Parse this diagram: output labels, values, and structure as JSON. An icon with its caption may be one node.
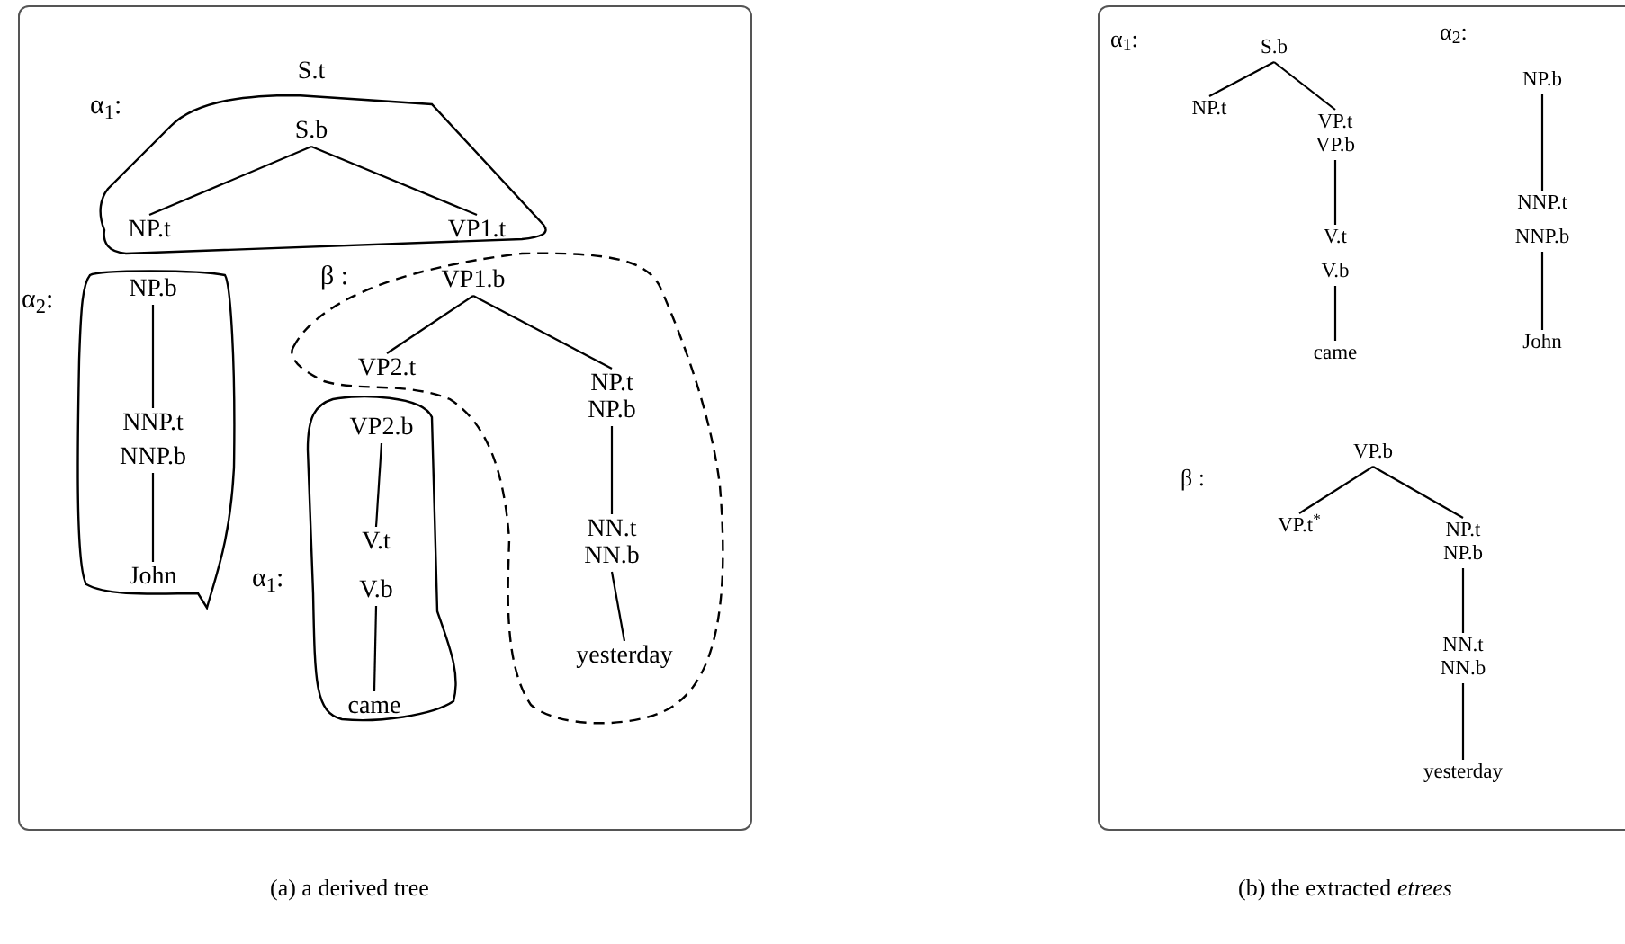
{
  "diagram": {
    "nodes": [
      {
        "text": [
          "α$_{1}$:"
        ]
      },
      {
        "text": [
          "S.t"
        ]
      },
      {
        "text": [
          "S.b"
        ],
        "in": 0
      },
      {
        "text": [
          "NP.t"
        ],
        "in": 0
      },
      {
        "text": [
          "VP1.t"
        ],
        "in": 0
      },
      {
        "text": [
          "α$_{2}$:"
        ]
      },
      {
        "text": [
          "NP.b"
        ],
        "in": 5
      },
      {
        "text": [
          "NNP.t",
          "NNP.b"
        ],
        "in": 5
      },
      {
        "text": [
          "John"
        ],
        "in": 5
      },
      {
        "text": [
          "β :"
        ]
      },
      {
        "text": [
          "VP1.b"
        ],
        "in": 9
      },
      {
        "text": [
          "VP2.t"
        ],
        "in": 9
      },
      {
        "text": [
          "NP.t",
          "NP.b"
        ],
        "in": 9
      },
      {
        "text": [
          "NN.t",
          "NN.b"
        ],
        "in": 9
      },
      {
        "text": [
          "yesterday"
        ],
        "in": 9
      },
      {
        "text": [
          "α$_{1}$:"
        ]
      },
      {
        "text": [
          "VP2.b"
        ],
        "in": 15
      },
      {
        "text": [
          "V.t",
          "V.b"
        ],
        "in": 15
      },
      {
        "text": [
          "came"
        ],
        "in": 15
      },
      {
        "text": [
          "S.b"
        ]
      },
      {
        "text": [
          "NP.t"
        ]
      },
      {
        "text": [
          "VP.t",
          "VP.b"
        ]
      },
      {
        "text": [
          "V.t",
          "V.b"
        ]
      },
      {
        "text": [
          "came"
        ]
      },
      {
        "text": [
          "NP.b"
        ]
      },
      {
        "text": [
          "NNP.t",
          "NNP.b"
        ]
      },
      {
        "text": [
          "John"
        ]
      },
      {
        "text": [
          "VP.b"
        ]
      },
      {
        "text": [
          "VP.t$^{*}$"
        ]
      },
      {
        "text": [
          "NP.t",
          "NP.b"
        ]
      },
      {
        "text": [
          "NN.t",
          "NN.b"
        ]
      },
      {
        "text": [
          "yesterday"
        ]
      }
    ],
    "edges": [
      {
        "from": 2,
        "to": 3,
        "arrow": "none"
      },
      {
        "from": 2,
        "to": 4,
        "arrow": "none"
      },
      {
        "from": 6,
        "to": 7,
        "arrow": "none"
      },
      {
        "from": 7,
        "to": 8,
        "arrow": "none"
      },
      {
        "from": 10,
        "to": 11,
        "arrow": "none"
      },
      {
        "from": 10,
        "to": 12,
        "arrow": "none"
      },
      {
        "from": 12,
        "to": 13,
        "arrow": "none"
      },
      {
        "from": 13,
        "to": 14,
        "arrow": "none"
      },
      {
        "from": 16,
        "to": 17,
        "arrow": "none"
      },
      {
        "from": 17,
        "to": 18,
        "arrow": "none"
      },
      {
        "from": 19,
        "to": 20,
        "arrow": "none"
      },
      {
        "from": 19,
        "to": 21,
        "arrow": "none"
      },
      {
        "from": 21,
        "to": 22,
        "arrow": "none"
      },
      {
        "from": 22,
        "to": 23,
        "arrow": "none"
      },
      {
        "from": 24,
        "to": 25,
        "arrow": "none"
      },
      {
        "from": 25,
        "to": 26,
        "arrow": "none"
      },
      {
        "from": 27,
        "to": 28,
        "arrow": "none"
      },
      {
        "from": 27,
        "to": 29,
        "arrow": "none"
      },
      {
        "from": 29,
        "to": 30,
        "arrow": "none"
      },
      {
        "from": 30,
        "to": 31,
        "arrow": "none"
      }
    ],
    "labels": [
      "α$_{1}$:",
      "α$_{2}$:",
      "β :",
      "(a) a derived tree",
      "(b) the extracted *etrees*"
    ]
  }
}
